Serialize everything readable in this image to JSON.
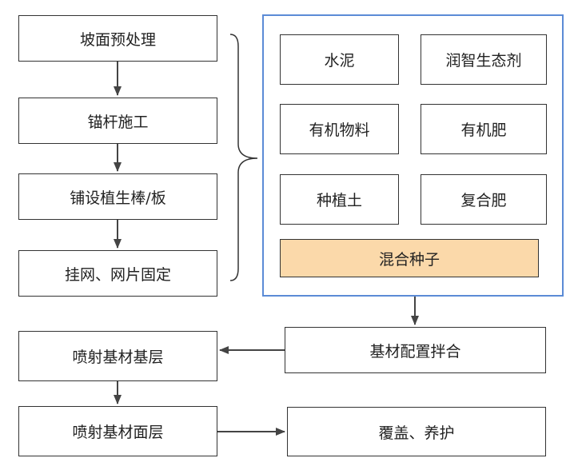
{
  "left_steps": [
    "坡面预处理",
    "锚杆施工",
    "铺设植生棒/板",
    "挂网、网片固定",
    "喷射基材基层",
    "喷射基材面层"
  ],
  "materials": [
    "水泥",
    "润智生态剂",
    "有机物料",
    "有机肥",
    "种植土",
    "复合肥"
  ],
  "seed_box": {
    "label": "混合种子",
    "fill": "#fbd9aa"
  },
  "mixing_step": "基材配置拌合",
  "final_step": "覆盖、养护",
  "colors": {
    "frame": "#5b8bd6",
    "box_border": "#333333",
    "arrow": "#444444"
  }
}
